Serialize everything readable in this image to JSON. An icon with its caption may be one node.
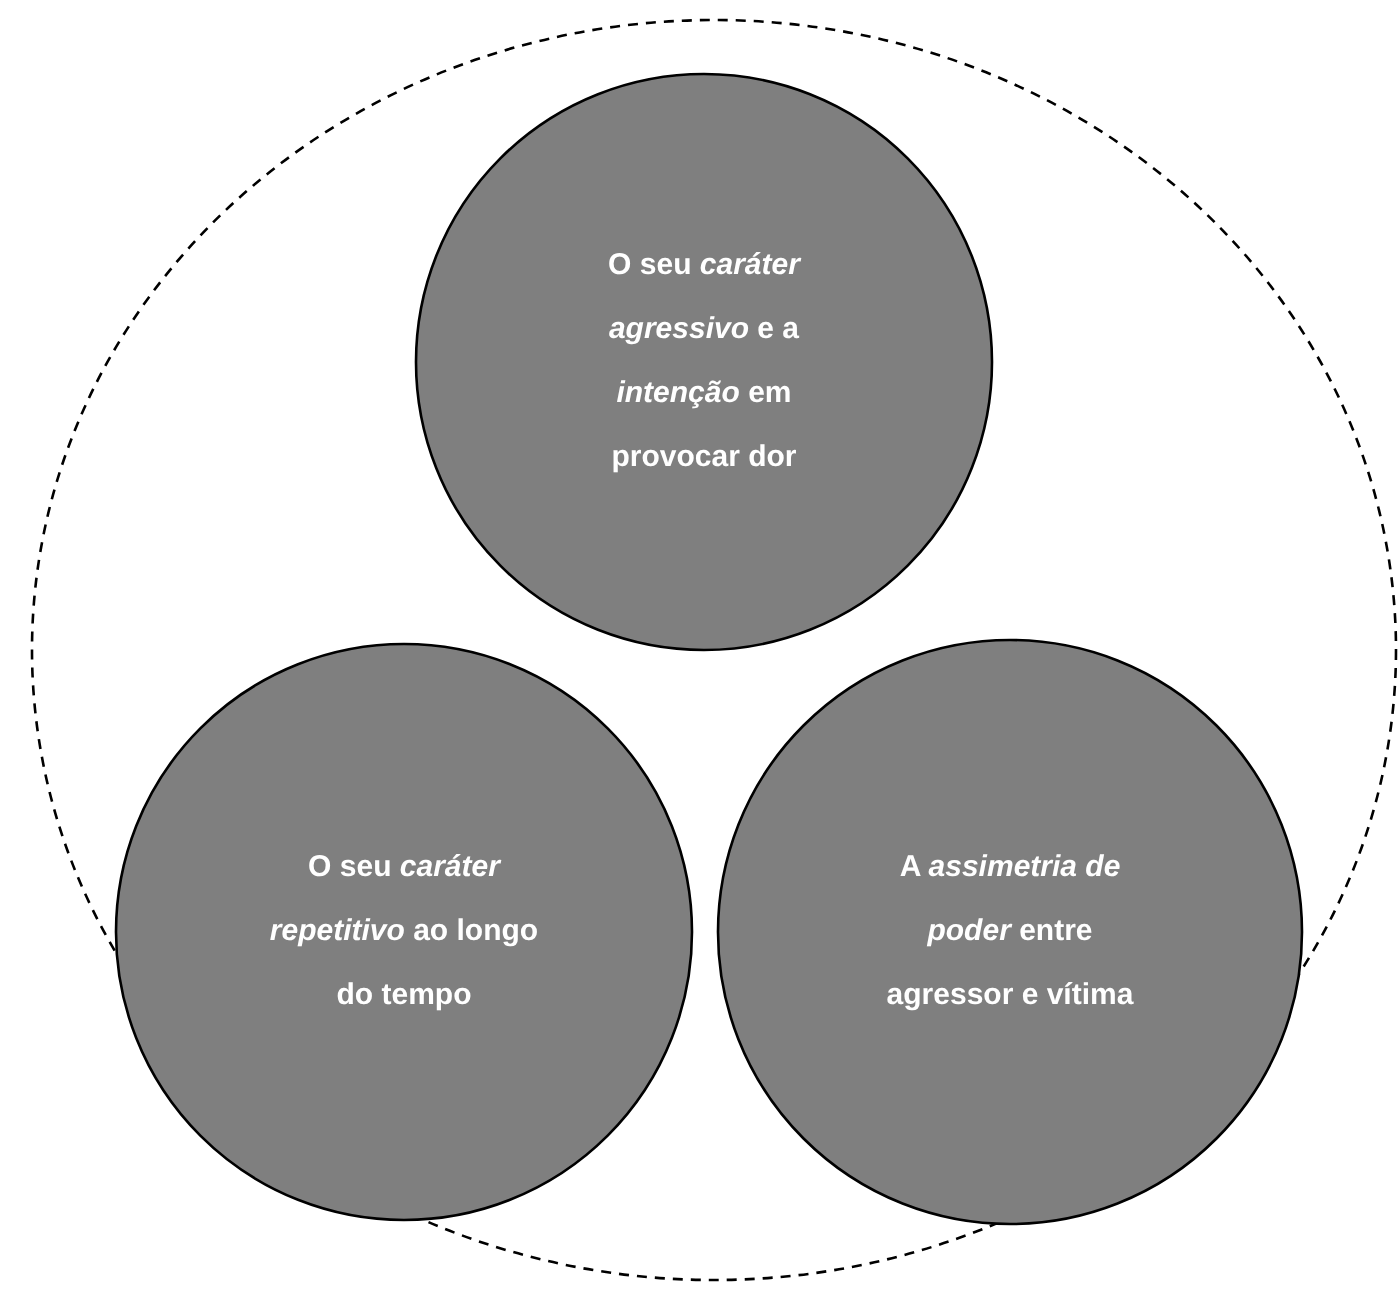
{
  "diagram": {
    "nodes": [
      {
        "text": [],
        "shape": "circle"
      },
      {
        "text": [
          "O seu *caráter agressivo* e a *intenção* em provocar dor"
        ],
        "in": 0
      },
      {
        "text": [
          "O seu *caráter repetitivo* ao longo do tempo"
        ],
        "in": 0
      },
      {
        "text": [
          "A *assimetria de poder* entre agressor e vítima"
        ],
        "in": 0
      }
    ],
    "edges": []
  }
}
